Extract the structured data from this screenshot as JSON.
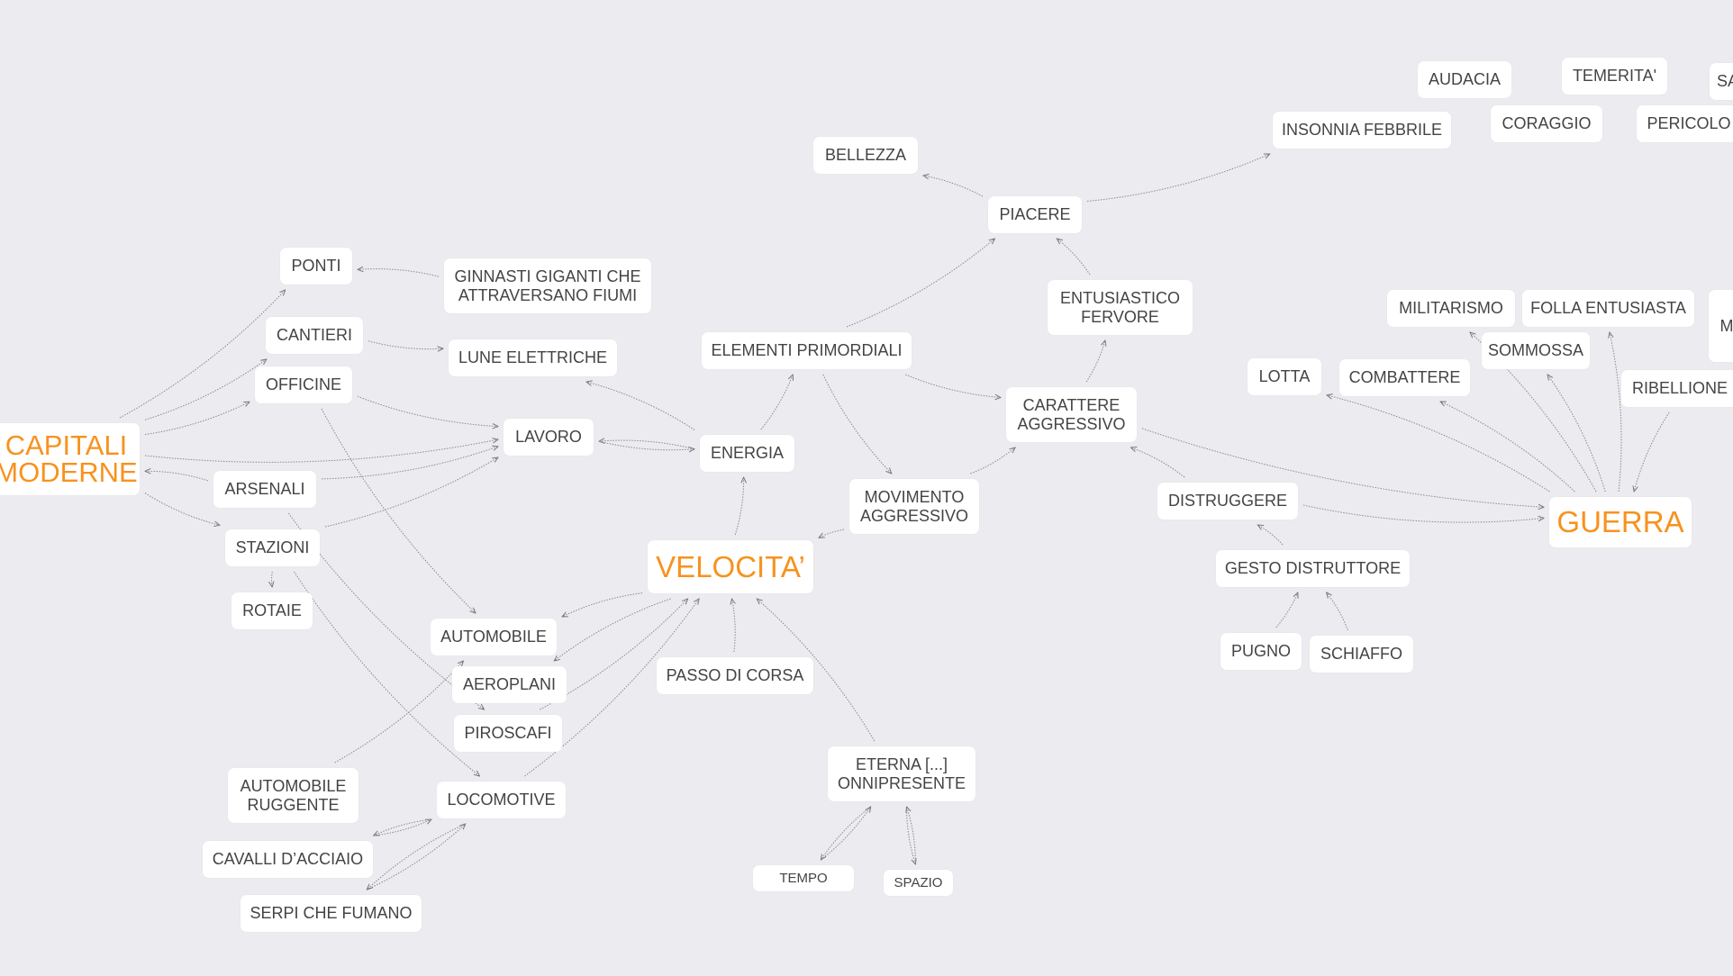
{
  "colors": {
    "background": "#ecebef",
    "node": "#ffffff",
    "text": "#444444",
    "accent": "#f7921e",
    "edge": "#8a8a8a"
  },
  "nodes": {
    "capitali_moderne": "CAPITALI\nMODERNE",
    "velocita": "VELOCITA’",
    "guerra": "GUERRA",
    "ponti": "PONTI",
    "ginnasti": "GINNASTI GIGANTI CHE\nATTRAVERSANO FIUMI",
    "cantieri": "CANTIERI",
    "lune_elettriche": "LUNE ELETTRICHE",
    "officine": "OFFICINE",
    "lavoro": "LAVORO",
    "arsenali": "ARSENALI",
    "stazioni": "STAZIONI",
    "rotaie": "ROTAIE",
    "automobile": "AUTOMOBILE",
    "aeroplani": "AEROPLANI",
    "piroscafi": "PIROSCAFI",
    "automobile_ruggente": "AUTOMOBILE\nRUGGENTE",
    "locomotive": "LOCOMOTIVE",
    "cavalli_acciaio": "CAVALLI D’ACCIAIO",
    "serpi_che_fumano": "SERPI CHE FUMANO",
    "energia": "ENERGIA",
    "elementi_primordiali": "ELEMENTI PRIMORDIALI",
    "movimento_aggressivo": "MOVIMENTO\nAGGRESSIVO",
    "passo_di_corsa": "PASSO DI CORSA",
    "eterna_onnipresente": "ETERNA [...]\nONNIPRESENTE",
    "tempo": "TEMPO",
    "spazio": "SPAZIO",
    "bellezza": "BELLEZZA",
    "piacere": "PIACERE",
    "insonnia_febbrile": "INSONNIA FEBBRILE",
    "entusiastico_fervore": "ENTUSIASTICO\nFERVORE",
    "carattere_aggressivo": "CARATTERE\nAGGRESSIVO",
    "distruggere": "DISTRUGGERE",
    "gesto_distruttore": "GESTO DISTRUTTORE",
    "pugno": "PUGNO",
    "schiaffo": "SCHIAFFO",
    "audacia": "AUDACIA",
    "temerita": "TEMERITA'",
    "sa_partial": "SA",
    "coraggio": "CORAGGIO",
    "pericolo": "PERICOLO",
    "militarismo": "MILITARISMO",
    "folla_entusiasta": "FOLLA ENTUSIASTA",
    "m_partial": "M",
    "sommossa": "SOMMOSSA",
    "lotta": "LOTTA",
    "combattere": "COMBATTERE",
    "ribellione": "RIBELLIONE"
  },
  "edges": [
    [
      "capitali_moderne",
      "ponti"
    ],
    [
      "capitali_moderne",
      "cantieri"
    ],
    [
      "capitali_moderne",
      "officine"
    ],
    [
      "capitali_moderne",
      "lavoro"
    ],
    [
      "capitali_moderne",
      "stazioni"
    ],
    [
      "arsenali",
      "capitali_moderne"
    ],
    [
      "ginnasti",
      "ponti"
    ],
    [
      "cantieri",
      "lune_elettriche"
    ],
    [
      "officine",
      "lavoro"
    ],
    [
      "arsenali",
      "lavoro"
    ],
    [
      "stazioni",
      "lavoro"
    ],
    [
      "stazioni",
      "rotaie"
    ],
    [
      "officine",
      "automobile"
    ],
    [
      "arsenali",
      "piroscafi"
    ],
    [
      "stazioni",
      "locomotive"
    ],
    [
      "energia",
      "lune_elettriche"
    ],
    [
      "energia",
      "lavoro"
    ],
    [
      "lavoro",
      "energia"
    ],
    [
      "velocita",
      "automobile"
    ],
    [
      "velocita",
      "aeroplani"
    ],
    [
      "piroscafi",
      "velocita"
    ],
    [
      "locomotive",
      "velocita"
    ],
    [
      "passo_di_corsa",
      "velocita"
    ],
    [
      "eterna_onnipresente",
      "velocita"
    ],
    [
      "automobile_ruggente",
      "automobile"
    ],
    [
      "cavalli_acciaio",
      "locomotive"
    ],
    [
      "locomotive",
      "cavalli_acciaio"
    ],
    [
      "serpi_che_fumano",
      "locomotive"
    ],
    [
      "locomotive",
      "serpi_che_fumano"
    ],
    [
      "eterna_onnipresente",
      "tempo"
    ],
    [
      "tempo",
      "eterna_onnipresente"
    ],
    [
      "eterna_onnipresente",
      "spazio"
    ],
    [
      "spazio",
      "eterna_onnipresente"
    ],
    [
      "velocita",
      "energia"
    ],
    [
      "movimento_aggressivo",
      "velocita"
    ],
    [
      "energia",
      "elementi_primordiali"
    ],
    [
      "elementi_primordiali",
      "piacere"
    ],
    [
      "elementi_primordiali",
      "movimento_aggressivo"
    ],
    [
      "elementi_primordiali",
      "carattere_aggressivo"
    ],
    [
      "movimento_aggressivo",
      "carattere_aggressivo"
    ],
    [
      "piacere",
      "bellezza"
    ],
    [
      "piacere",
      "insonnia_febbrile"
    ],
    [
      "entusiastico_fervore",
      "piacere"
    ],
    [
      "carattere_aggressivo",
      "entusiastico_fervore"
    ],
    [
      "carattere_aggressivo",
      "guerra"
    ],
    [
      "distruggere",
      "carattere_aggressivo"
    ],
    [
      "distruggere",
      "guerra"
    ],
    [
      "gesto_distruttore",
      "distruggere"
    ],
    [
      "pugno",
      "gesto_distruttore"
    ],
    [
      "schiaffo",
      "gesto_distruttore"
    ],
    [
      "guerra",
      "lotta"
    ],
    [
      "guerra",
      "combattere"
    ],
    [
      "guerra",
      "militarismo"
    ],
    [
      "guerra",
      "sommossa"
    ],
    [
      "guerra",
      "folla_entusiasta"
    ],
    [
      "ribellione",
      "guerra"
    ]
  ]
}
